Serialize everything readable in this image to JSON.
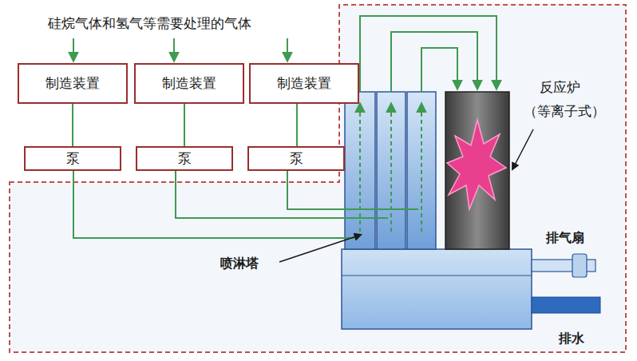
{
  "diagram": {
    "nodes": [
      {
        "text": [
          "制造装置"
        ]
      },
      {
        "text": [
          "制造装置"
        ]
      },
      {
        "text": [
          "制造装置"
        ]
      },
      {
        "text": [
          "泵"
        ]
      },
      {
        "text": [
          "泵"
        ]
      },
      {
        "text": [
          "泵"
        ]
      }
    ],
    "edges": [
      {
        "from": 0,
        "to": 3,
        "arrow": "none"
      },
      {
        "from": 1,
        "to": 4,
        "arrow": "none"
      },
      {
        "from": 2,
        "to": 5,
        "arrow": "none"
      }
    ],
    "labels": [
      "硅烷气体和氢气等需要处理的气体",
      "反应炉",
      "（等离子式）",
      "排气扇",
      "喷淋塔",
      "排水"
    ]
  }
}
